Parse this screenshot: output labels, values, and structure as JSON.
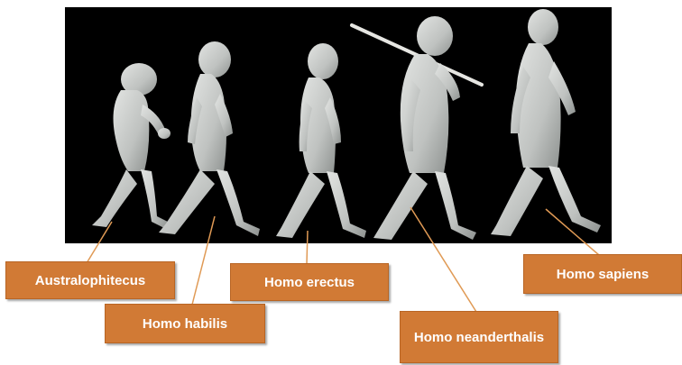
{
  "labels": {
    "australopithecus": "Australophitecus",
    "habilis": "Homo habilis",
    "erectus": "Homo erectus",
    "neanderthalis": "Homo neanderthalis",
    "sapiens": "Homo sapiens"
  },
  "colors": {
    "label_fill": "#d17a35",
    "label_text": "#ffffff",
    "connector": "#e09a55",
    "background": "#000000",
    "figure": "#c9cbc9"
  },
  "icons": [
    "australopithecus-figure",
    "homo-habilis-figure",
    "homo-erectus-figure",
    "homo-neanderthalis-figure",
    "homo-sapiens-figure",
    "spear-icon"
  ]
}
